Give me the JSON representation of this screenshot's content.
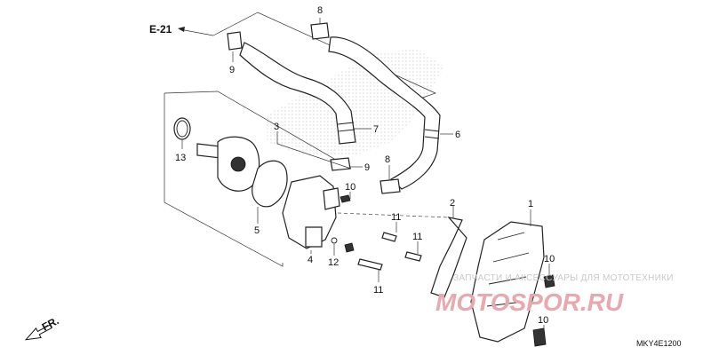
{
  "diagram": {
    "ref_arrow": "E-21",
    "direction_label": "FR.",
    "drawing_code": "MKY4E1200",
    "watermark_text": "ЗАПЧАСТИ И АКСЕССУАРЫ ДЛЯ МОТОТЕХНИКИ",
    "watermark_brand": "MOTOSPOR.RU",
    "callouts": [
      {
        "id": "c8a",
        "text": "8"
      },
      {
        "id": "c9a",
        "text": "9"
      },
      {
        "id": "c3",
        "text": "3"
      },
      {
        "id": "c7",
        "text": "7"
      },
      {
        "id": "c6",
        "text": "6"
      },
      {
        "id": "c13",
        "text": "13"
      },
      {
        "id": "c9b",
        "text": "9"
      },
      {
        "id": "c8b",
        "text": "8"
      },
      {
        "id": "c10a",
        "text": "10"
      },
      {
        "id": "c5",
        "text": "5"
      },
      {
        "id": "c11a",
        "text": "11"
      },
      {
        "id": "c11b",
        "text": "11"
      },
      {
        "id": "c4",
        "text": "4"
      },
      {
        "id": "c12",
        "text": "12"
      },
      {
        "id": "c11c",
        "text": "11"
      },
      {
        "id": "c2",
        "text": "2"
      },
      {
        "id": "c1",
        "text": "1"
      },
      {
        "id": "c10b",
        "text": "10"
      },
      {
        "id": "c10c",
        "text": "10"
      }
    ]
  }
}
